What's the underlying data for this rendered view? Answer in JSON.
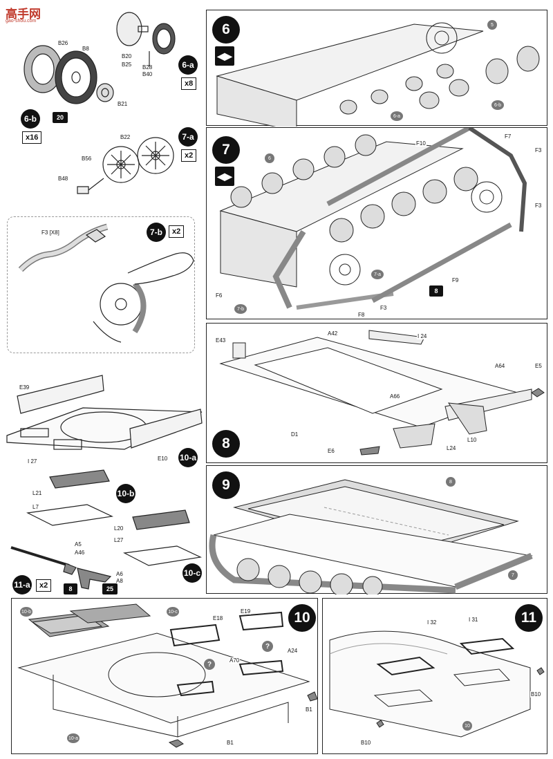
{
  "watermark": {
    "title": "高手网",
    "url": "gao-shou.com"
  },
  "steps": {
    "s6": "6",
    "s7": "7",
    "s8": "8",
    "s9": "9",
    "s10": "10",
    "s11": "11"
  },
  "substeps": {
    "s6a": "6-a",
    "s6b": "6-b",
    "s7a": "7-a",
    "s7b": "7-b",
    "s10a": "10-a",
    "s10b": "10-b",
    "s10c": "10-c",
    "s11a": "11-a"
  },
  "quantities": {
    "q6a": "x8",
    "q6b": "x16",
    "q7a": "x2",
    "q7b": "x2",
    "q11a": "x2"
  },
  "paint": {
    "p20": "20",
    "p8a": "8",
    "p8b": "8",
    "p25": "25"
  },
  "parts": {
    "B26": "B26",
    "B8": "B8",
    "B21": "B21",
    "B20": "B20",
    "B25": "B25",
    "B28": "B28",
    "B40": "B40",
    "B22": "B22",
    "B56": "B56",
    "B48": "B48",
    "F3x8": "F3 [X8]",
    "E39": "E39",
    "I27": "I 27",
    "E10": "E10",
    "L21": "L21",
    "L7": "L7",
    "L20": "L20",
    "L27": "L27",
    "A5": "A5",
    "A46": "A46",
    "A6": "A6",
    "A8": "A8",
    "F7": "F7",
    "F10": "F10",
    "F3a": "F3",
    "F3b": "F3",
    "F3c": "F3",
    "F6": "F6",
    "F9": "F9",
    "F8": "F8",
    "E43": "E43",
    "A42": "A42",
    "I24": "I 24",
    "A64": "A64",
    "E5": "E5",
    "A66": "A66",
    "D1": "D1",
    "E6": "E6",
    "L24": "L24",
    "L10": "L10",
    "E18": "E18",
    "E19": "E19",
    "A70": "A70",
    "A24": "A24",
    "B1a": "B1",
    "B1b": "B1",
    "I32": "I 32",
    "I31": "I 31",
    "B10a": "B10",
    "B10b": "B10"
  },
  "refs": {
    "r5": "5",
    "r6a1": "6-a",
    "r6b1": "6-b",
    "r6": "6",
    "r7a": "7-a",
    "r7b": "7-b",
    "r8": "8",
    "r7": "7",
    "r10b": "10-b",
    "r10c": "10-c",
    "r10a": "10-a",
    "r10": "10"
  },
  "marks": {
    "q1": "?",
    "q2": "?"
  }
}
